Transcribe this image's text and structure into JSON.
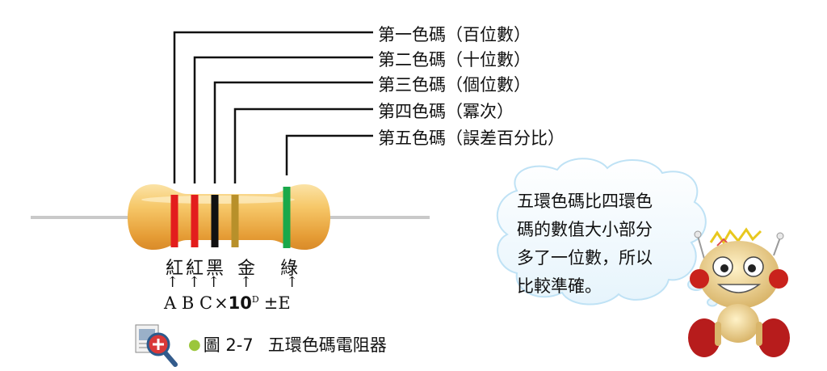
{
  "labels": {
    "band1": "第一色碼（百位數）",
    "band2": "第二色碼（十位數）",
    "band3": "第三色碼（個位數）",
    "band4": "第四色碼（冪次）",
    "band5": "第五色碼（誤差百分比）"
  },
  "color_names": [
    "紅",
    "紅",
    "黑",
    "金",
    "綠"
  ],
  "band_colors": [
    "#e31d1d",
    "#e31d1d",
    "#111111",
    "#b8902a",
    "#1aa84a"
  ],
  "arrow": "↑",
  "formula": {
    "A": "A",
    "B": "B",
    "C": "C",
    "times": "×",
    "ten": "10",
    "exp": "D",
    "pm": "±",
    "E": "E"
  },
  "bubble": {
    "lines": [
      "五環色碼比四環色",
      "碼的數值大小部分",
      "多了一位數，所以",
      "比較準確。"
    ]
  },
  "caption": {
    "marker": "●",
    "prefix": "圖 2-7",
    "title": "五環色碼電阻器"
  }
}
